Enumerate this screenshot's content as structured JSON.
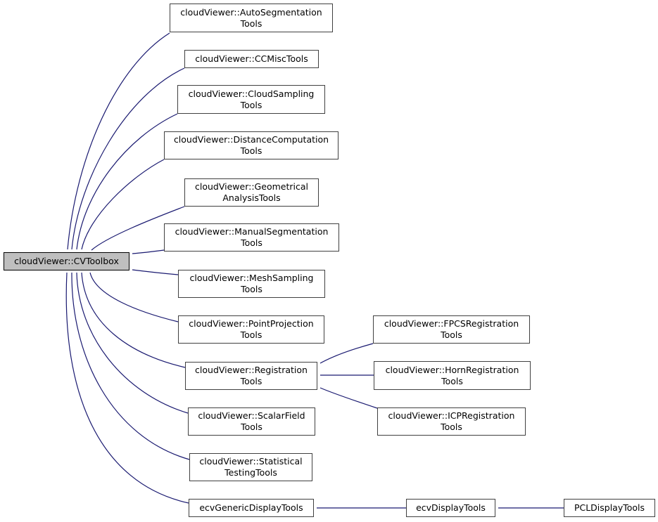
{
  "diagram": {
    "type": "inheritance-graph",
    "colors": {
      "edge": "#191970",
      "node_border": "#404040",
      "root_fill": "#bfbfbf",
      "node_fill": "#ffffff",
      "background": "#ffffff"
    },
    "nodes": [
      {
        "id": "cvtoolbox",
        "label": "cloudViewer::CVToolbox",
        "highlighted": true
      },
      {
        "id": "autoseg",
        "label": "cloudViewer::AutoSegmentation\nTools"
      },
      {
        "id": "ccmisc",
        "label": "cloudViewer::CCMiscTools"
      },
      {
        "id": "cloudsampling",
        "label": "cloudViewer::CloudSampling\nTools"
      },
      {
        "id": "distance",
        "label": "cloudViewer::DistanceComputation\nTools"
      },
      {
        "id": "geometrical",
        "label": "cloudViewer::Geometrical\nAnalysisTools"
      },
      {
        "id": "manualseg",
        "label": "cloudViewer::ManualSegmentation\nTools"
      },
      {
        "id": "meshsampling",
        "label": "cloudViewer::MeshSampling\nTools"
      },
      {
        "id": "pointproj",
        "label": "cloudViewer::PointProjection\nTools"
      },
      {
        "id": "registration",
        "label": "cloudViewer::Registration\nTools"
      },
      {
        "id": "scalarfield",
        "label": "cloudViewer::ScalarField\nTools"
      },
      {
        "id": "stattesting",
        "label": "cloudViewer::Statistical\nTestingTools"
      },
      {
        "id": "ecvgeneric",
        "label": "ecvGenericDisplayTools"
      },
      {
        "id": "fpcs",
        "label": "cloudViewer::FPCSRegistration\nTools"
      },
      {
        "id": "horn",
        "label": "cloudViewer::HornRegistration\nTools"
      },
      {
        "id": "icp",
        "label": "cloudViewer::ICPRegistration\nTools"
      },
      {
        "id": "ecvdisplay",
        "label": "ecvDisplayTools"
      },
      {
        "id": "pcl",
        "label": "PCLDisplayTools"
      }
    ],
    "edges": [
      {
        "from": "autoseg",
        "to": "cvtoolbox"
      },
      {
        "from": "ccmisc",
        "to": "cvtoolbox"
      },
      {
        "from": "cloudsampling",
        "to": "cvtoolbox"
      },
      {
        "from": "distance",
        "to": "cvtoolbox"
      },
      {
        "from": "geometrical",
        "to": "cvtoolbox"
      },
      {
        "from": "manualseg",
        "to": "cvtoolbox"
      },
      {
        "from": "meshsampling",
        "to": "cvtoolbox"
      },
      {
        "from": "pointproj",
        "to": "cvtoolbox"
      },
      {
        "from": "registration",
        "to": "cvtoolbox"
      },
      {
        "from": "scalarfield",
        "to": "cvtoolbox"
      },
      {
        "from": "stattesting",
        "to": "cvtoolbox"
      },
      {
        "from": "ecvgeneric",
        "to": "cvtoolbox"
      },
      {
        "from": "fpcs",
        "to": "registration"
      },
      {
        "from": "horn",
        "to": "registration"
      },
      {
        "from": "icp",
        "to": "registration"
      },
      {
        "from": "ecvdisplay",
        "to": "ecvgeneric"
      },
      {
        "from": "pcl",
        "to": "ecvdisplay"
      }
    ]
  }
}
